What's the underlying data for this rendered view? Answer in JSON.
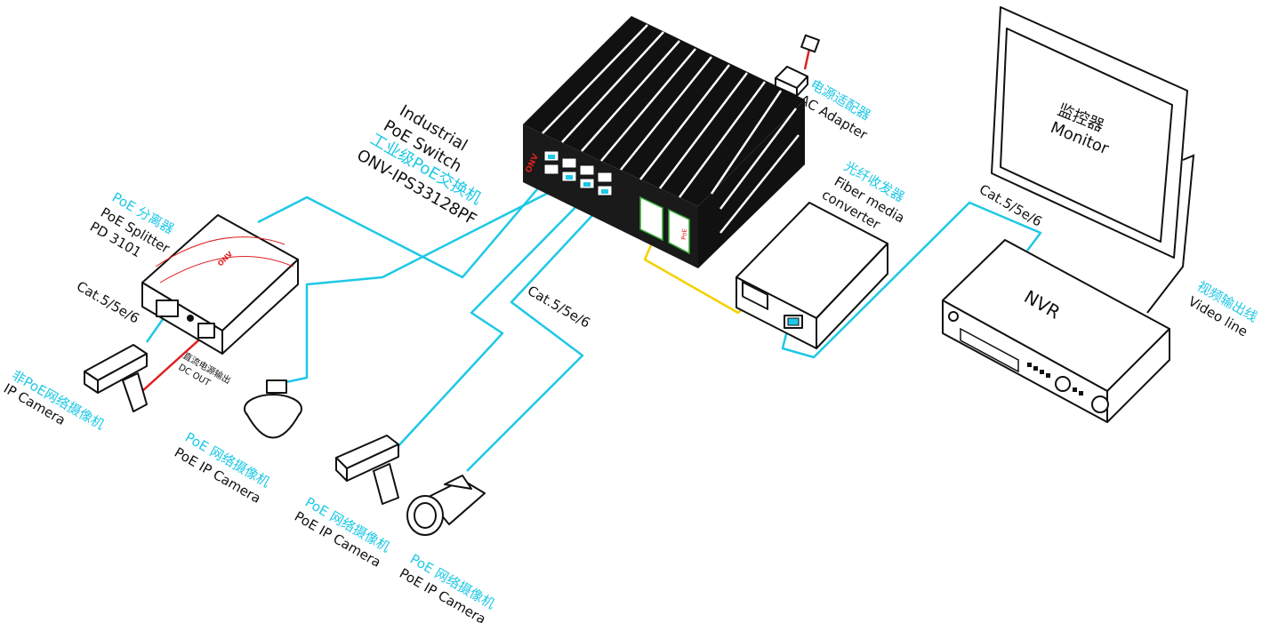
{
  "colors": {
    "ethernet_cable": "#1ec8e6",
    "fiber_cable": "#f5d000",
    "power_cable": "#e02020",
    "cn_label": "#1ec8e6",
    "en_label": "#111111"
  },
  "switch": {
    "en_line1": "Industrial",
    "en_line2": "PoE Switch",
    "cn": "工业级PoE交换机",
    "model": "ONV-IPS33128PF",
    "brand": "ONV",
    "badge": "PoE"
  },
  "adapter": {
    "cn": "电源适配器",
    "en": "AC Adapter"
  },
  "monitor": {
    "cn": "监控器",
    "en": "Monitor"
  },
  "fiber_converter": {
    "cn": "光纤收发器",
    "en_line1": "Fiber media",
    "en_line2": "converter"
  },
  "nvr": {
    "label": "NVR",
    "cable_label": "Cat.5/5e/6"
  },
  "video_line": {
    "cn": "视频输出线",
    "en": "Video line"
  },
  "splitter": {
    "cn": "PoE 分离器",
    "en": "PoE Splitter",
    "model": "PD 3101",
    "brand": "ONV",
    "cable_label": "Cat.5/5e/6",
    "dc_cn": "直流电源输出",
    "dc_en": "DC OUT"
  },
  "cameras": {
    "non_poe": {
      "cn": "非PoE网络摄像机",
      "en": "IP Camera"
    },
    "dome": {
      "cn": "PoE 网络摄像机",
      "en": "PoE IP Camera"
    },
    "box": {
      "cn": "PoE 网络摄像机",
      "en": "PoE IP Camera"
    },
    "bullet": {
      "cn": "PoE 网络摄像机",
      "en": "PoE IP Camera"
    }
  },
  "middle_cable_label": "Cat.5/5e/6"
}
